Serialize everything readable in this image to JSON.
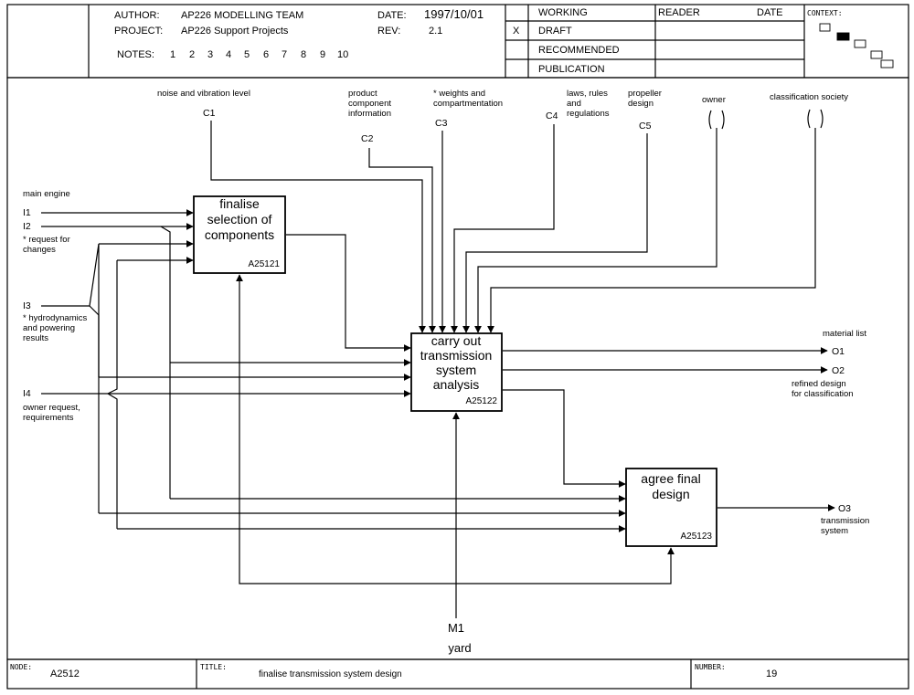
{
  "header": {
    "author_label": "AUTHOR:",
    "author": "AP226  MODELLING TEAM",
    "project_label": "PROJECT:",
    "project": "AP226 Support Projects",
    "date_label": "DATE:",
    "date": "1997/10/01",
    "rev_label": "REV:",
    "rev": "2.1",
    "notes_label": "NOTES:",
    "notes": [
      "1",
      "2",
      "3",
      "4",
      "5",
      "6",
      "7",
      "8",
      "9",
      "10"
    ],
    "status": [
      {
        "mark": "",
        "label": "WORKING"
      },
      {
        "mark": "X",
        "label": "DRAFT"
      },
      {
        "mark": "",
        "label": "RECOMMENDED"
      },
      {
        "mark": "",
        "label": "PUBLICATION"
      }
    ],
    "reader_label": "READER",
    "reader_date_label": "DATE",
    "context_label": "CONTEXT:"
  },
  "activities": [
    {
      "title_lines": [
        "finalise",
        "selection of",
        "components"
      ],
      "id": "A25121"
    },
    {
      "title_lines": [
        "carry out",
        "transmission",
        "system",
        "analysis"
      ],
      "id": "A25122"
    },
    {
      "title_lines": [
        "agree final",
        "design"
      ],
      "id": "A25123"
    }
  ],
  "inputs": [
    {
      "code": "I1",
      "label_lines": [
        "main engine"
      ]
    },
    {
      "code": "I2",
      "label_lines": [
        "* request for",
        "changes"
      ]
    },
    {
      "code": "I3",
      "label_lines": [
        "* hydrodynamics",
        "and powering",
        "results"
      ]
    },
    {
      "code": "I4",
      "label_lines": [
        "owner request,",
        "requirements"
      ]
    }
  ],
  "controls": [
    {
      "code": "C1",
      "label_lines": [
        "noise and vibration level"
      ]
    },
    {
      "code": "C2",
      "label_lines": [
        "product",
        "component",
        "information"
      ]
    },
    {
      "code": "C3",
      "label_lines": [
        "* weights and",
        "compartmentation"
      ]
    },
    {
      "code": "C4",
      "label_lines": [
        "laws, rules",
        "and",
        "regulations"
      ]
    },
    {
      "code": "C5",
      "label_lines": [
        "propeller",
        "design"
      ]
    },
    {
      "code": "",
      "label_lines": [
        "owner"
      ]
    },
    {
      "code": "",
      "label_lines": [
        "classification society"
      ]
    }
  ],
  "outputs": [
    {
      "code": "O1",
      "label_lines": [
        "material list"
      ]
    },
    {
      "code": "O2",
      "label_lines": [
        "refined design",
        "for classification"
      ]
    },
    {
      "code": "O3",
      "label_lines": [
        "transmission",
        "system"
      ]
    }
  ],
  "mechanisms": [
    {
      "code": "M1",
      "label": "yard"
    }
  ],
  "footer": {
    "node_label": "NODE:",
    "node": "A2512",
    "title_label": "TITLE:",
    "title": "finalise transmission system design",
    "number_label": "NUMBER:",
    "number": "19"
  }
}
